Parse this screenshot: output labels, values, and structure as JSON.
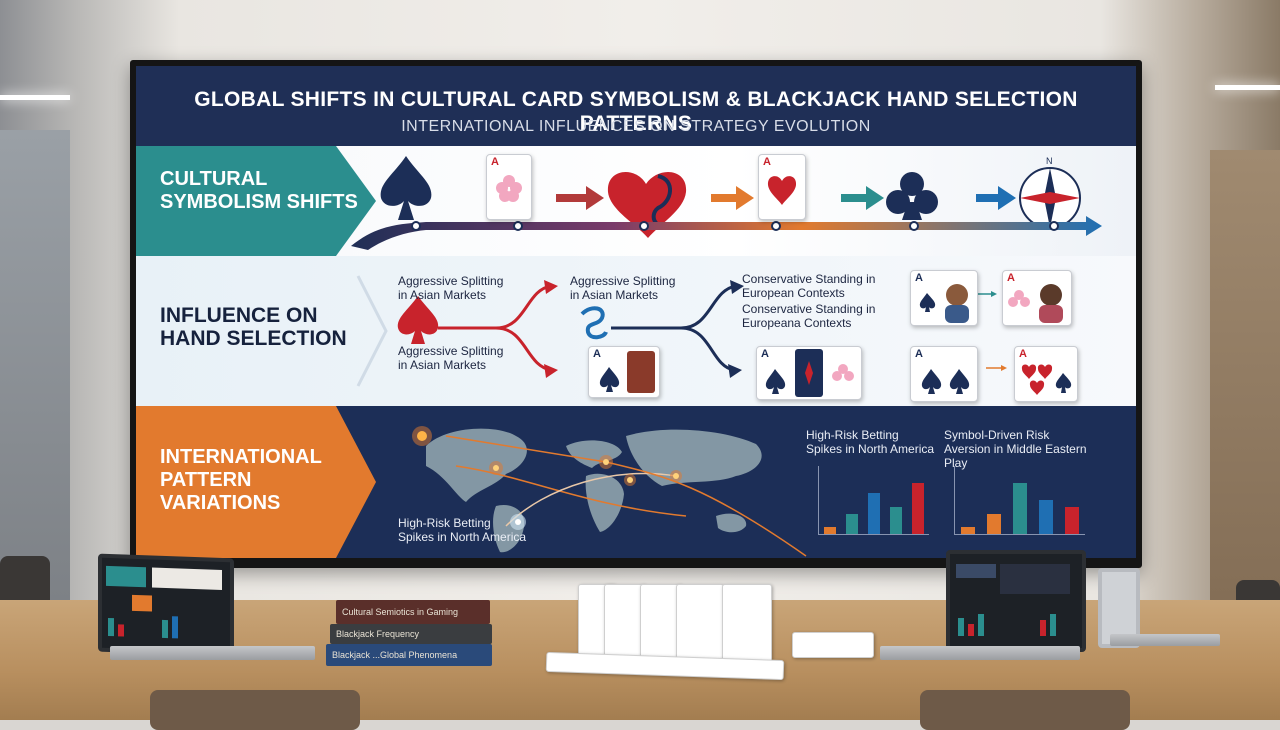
{
  "screen": {
    "title": "GLOBAL SHIFTS IN CULTURAL CARD SYMBOLISM & BLACKJACK HAND SELECTION PATTERNS",
    "subtitle": "INTERNATIONAL INFLUENCES ON STRATEGY EVOLUTION",
    "sections": {
      "cultural": "CULTURAL SYMBOLISM SHIFTS",
      "influence": "INFLUENCE ON HAND SELECTION",
      "international": "INTERNATIONAL PATTERN VARIATIONS"
    },
    "influence_labels": {
      "a1": "Aggressive Splitting in Asian Markets",
      "a2": "Aggressive Splitting in Asian Markets",
      "a3": "Aggressive Splitting in Asian Markets",
      "c1": "Conservative Standing in European Contexts",
      "c2": "Conservative Standing in Europeana Contexts"
    },
    "map_labels": {
      "na_top": "High-Risk Betting Spikes in North America",
      "na_bottom": "High-Risk Betting Spikes in North America",
      "me": "Symbol-Driven Risk Aversion in Middle Eastern Play"
    },
    "card_rank": "A"
  },
  "books": {
    "b1": "Cultural Semiotics in Gaming",
    "b2": "Blackjack Frequency",
    "b3": "Blackjack ...Global Phenomena"
  },
  "colors": {
    "teal": "#2b8e8e",
    "orange": "#e27a2e",
    "navy": "#1c2e57",
    "red": "#c8232c"
  },
  "chart_data": [
    {
      "type": "bar",
      "title": "",
      "categories": [
        "",
        "",
        "",
        "",
        ""
      ],
      "values": [
        10,
        30,
        60,
        40,
        75
      ],
      "ylim": [
        0,
        100
      ],
      "colors": [
        "#e27a2e",
        "#2b8e8e",
        "#1f6fb3",
        "#2b8e8e",
        "#c8232c"
      ]
    },
    {
      "type": "bar",
      "title": "",
      "categories": [
        "",
        "",
        "",
        "",
        ""
      ],
      "values": [
        10,
        30,
        75,
        50,
        40
      ],
      "ylim": [
        0,
        100
      ],
      "colors": [
        "#e27a2e",
        "#e27a2e",
        "#2b8e8e",
        "#1f6fb3",
        "#c8232c"
      ]
    }
  ]
}
